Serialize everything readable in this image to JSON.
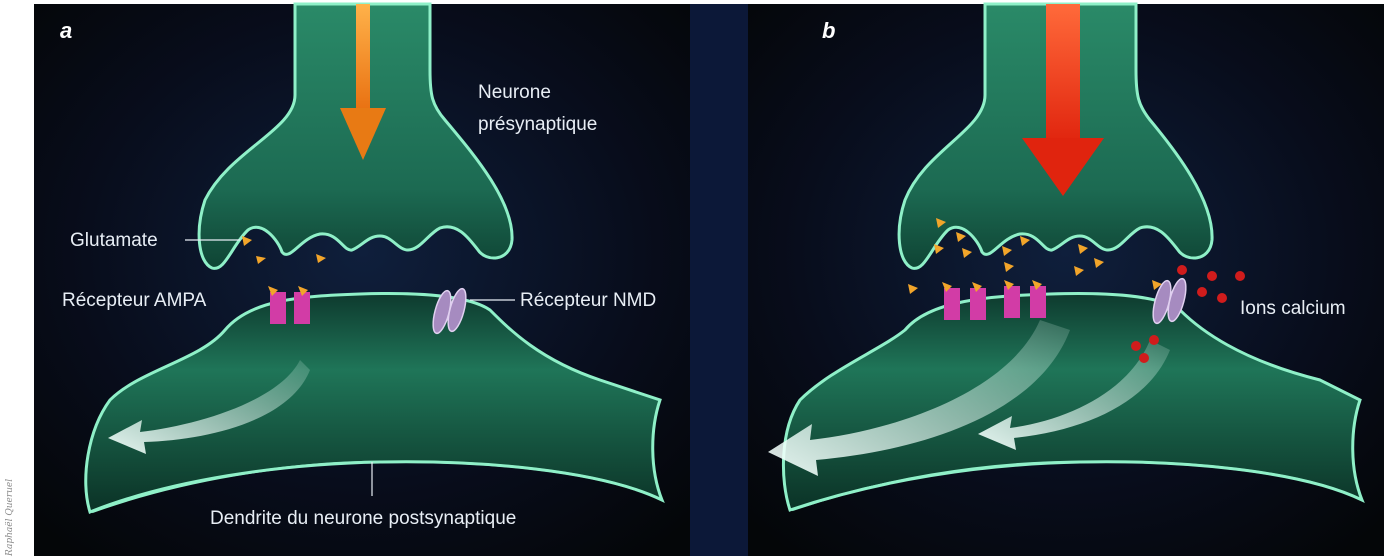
{
  "panels": [
    {
      "letter": "a"
    },
    {
      "letter": "b"
    }
  ],
  "labels": {
    "presynaptic_line1": "Neurone",
    "presynaptic_line2": "présynaptique",
    "glutamate": "Glutamate",
    "ampa": "Récepteur AMPA",
    "nmda": "Récepteur NMD",
    "calcium": "Ions calcium",
    "dendrite": "Dendrite du neurone postsynaptique"
  },
  "credit": "Raphaël Queruel",
  "colors": {
    "background": "#06080f",
    "neuron_fill": "#1f6f55",
    "membrane": "#8ff0c8",
    "arrow_a": "#f08a1e",
    "arrow_b": "#ee3a18",
    "glutamate": "#f2a52a",
    "ampa_receptor": "#d23ca6",
    "nmda_receptor": "#a68bc0",
    "calcium_ion": "#d01c1c",
    "signal_arrow": "#e6fff6"
  }
}
